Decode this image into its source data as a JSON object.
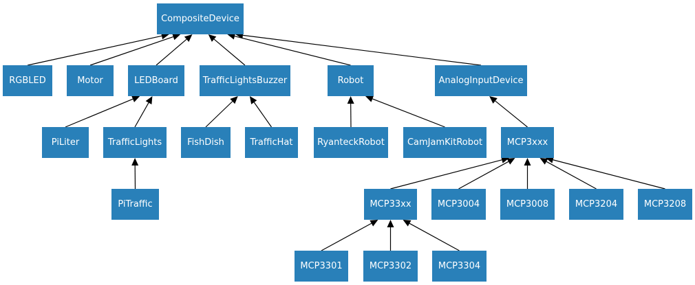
{
  "colors": {
    "node_fill": "#2980b9",
    "node_text": "#ffffff",
    "edge": "#000000"
  },
  "nodes": {
    "composite_device": "CompositeDevice",
    "rgbled": "RGBLED",
    "motor": "Motor",
    "ledboard": "LEDBoard",
    "traffic_lights_buzzer": "TrafficLightsBuzzer",
    "robot": "Robot",
    "analog_input_device": "AnalogInputDevice",
    "piliter": "PiLiter",
    "traffic_lights": "TrafficLights",
    "fishdish": "FishDish",
    "traffichat": "TrafficHat",
    "ryanteck_robot": "RyanteckRobot",
    "camjamkit_robot": "CamJamKitRobot",
    "mcp3xxx": "MCP3xxx",
    "pitraffic": "PiTraffic",
    "mcp33xx": "MCP33xx",
    "mcp3004": "MCP3004",
    "mcp3008": "MCP3008",
    "mcp3204": "MCP3204",
    "mcp3208": "MCP3208",
    "mcp3301": "MCP3301",
    "mcp3302": "MCP3302",
    "mcp3304": "MCP3304"
  },
  "edges": [
    [
      "rgbled",
      "composite_device"
    ],
    [
      "motor",
      "composite_device"
    ],
    [
      "ledboard",
      "composite_device"
    ],
    [
      "traffic_lights_buzzer",
      "composite_device"
    ],
    [
      "robot",
      "composite_device"
    ],
    [
      "analog_input_device",
      "composite_device"
    ],
    [
      "piliter",
      "ledboard"
    ],
    [
      "traffic_lights",
      "ledboard"
    ],
    [
      "fishdish",
      "traffic_lights_buzzer"
    ],
    [
      "traffichat",
      "traffic_lights_buzzer"
    ],
    [
      "ryanteck_robot",
      "robot"
    ],
    [
      "camjamkit_robot",
      "robot"
    ],
    [
      "mcp3xxx",
      "analog_input_device"
    ],
    [
      "pitraffic",
      "traffic_lights"
    ],
    [
      "mcp33xx",
      "mcp3xxx"
    ],
    [
      "mcp3004",
      "mcp3xxx"
    ],
    [
      "mcp3008",
      "mcp3xxx"
    ],
    [
      "mcp3204",
      "mcp3xxx"
    ],
    [
      "mcp3208",
      "mcp3xxx"
    ],
    [
      "mcp3301",
      "mcp33xx"
    ],
    [
      "mcp3302",
      "mcp33xx"
    ],
    [
      "mcp3304",
      "mcp33xx"
    ]
  ]
}
